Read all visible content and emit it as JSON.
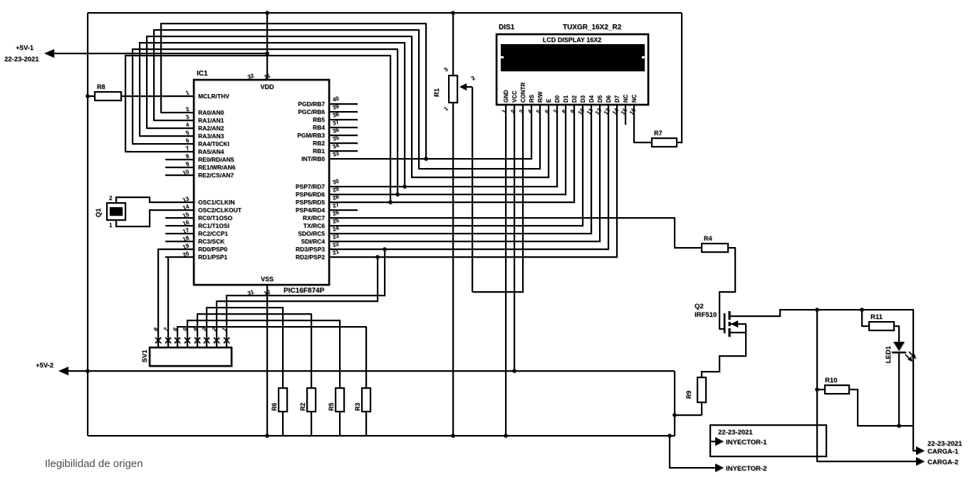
{
  "watermark": "Ilegibilidad de origen",
  "colors": {
    "wire": "#000000",
    "screen": "#000000",
    "bg": "#ffffff",
    "watermark": "#4a4a4a"
  },
  "power": {
    "v1": "+5V-1",
    "v1_date": "22-23-2021",
    "v2": "+5V-2"
  },
  "outputs": {
    "inyector_date": "22-23-2021",
    "inyector1": "INYECTOR-1",
    "inyector2": "INYECTOR-2",
    "carga_date": "22-23-2021",
    "carga1": "CARGA-1",
    "carga2": "CARGA-2"
  },
  "ic1": {
    "ref": "IC1",
    "part": "PIC16F874P",
    "vdd_label": "VDD",
    "vdd_pins": [
      "32",
      "11"
    ],
    "vss_label": "VSS",
    "vss_pins": [
      "31",
      "12"
    ],
    "left_pins": [
      {
        "num": "1",
        "label": "MCLR/THV"
      },
      {
        "num": "2",
        "label": "RA0/AN0"
      },
      {
        "num": "3",
        "label": "RA1/AN1"
      },
      {
        "num": "4",
        "label": "RA2/AN2"
      },
      {
        "num": "5",
        "label": "RA3/AN3"
      },
      {
        "num": "6",
        "label": "RA4/T0CKI"
      },
      {
        "num": "7",
        "label": "RA5/AN4"
      },
      {
        "num": "8",
        "label": "RE0/RD/AN5"
      },
      {
        "num": "9",
        "label": "RE1/WR/AN6"
      },
      {
        "num": "10",
        "label": "RE2/CS/AN7"
      },
      {
        "num": "13",
        "label": "OSC1/CLKIN"
      },
      {
        "num": "14",
        "label": "OSC2/CLKOUT"
      },
      {
        "num": "15",
        "label": "RC0/T1OSO"
      },
      {
        "num": "16",
        "label": "RC1/T1OSI"
      },
      {
        "num": "17",
        "label": "RC2/CCP1"
      },
      {
        "num": "18",
        "label": "RC3/SCK"
      },
      {
        "num": "19",
        "label": "RD0/PSP0"
      },
      {
        "num": "20",
        "label": "RD1/PSP1"
      }
    ],
    "right_pins": [
      {
        "num": "40",
        "label": "PGD/RB7"
      },
      {
        "num": "39",
        "label": "PGC/RB6"
      },
      {
        "num": "38",
        "label": "RB5"
      },
      {
        "num": "37",
        "label": "RB4"
      },
      {
        "num": "36",
        "label": "PGM/RB3"
      },
      {
        "num": "35",
        "label": "RB2"
      },
      {
        "num": "34",
        "label": "RB1"
      },
      {
        "num": "33",
        "label": "INT/RB0"
      },
      {
        "num": "30",
        "label": "PSP7/RD7"
      },
      {
        "num": "29",
        "label": "PSP6/RD6"
      },
      {
        "num": "28",
        "label": "PSP5/RD5"
      },
      {
        "num": "27",
        "label": "PSP4/RD4"
      },
      {
        "num": "26",
        "label": "RX/RC7"
      },
      {
        "num": "25",
        "label": "TX/RC6"
      },
      {
        "num": "24",
        "label": "SDO/RC5"
      },
      {
        "num": "23",
        "label": "SDI/RC4"
      },
      {
        "num": "22",
        "label": "RD3/PSP3"
      },
      {
        "num": "21",
        "label": "RD2/PSP2"
      }
    ]
  },
  "lcd": {
    "ref": "DIS1",
    "part": "TUXGR_16X2_R2",
    "title": "LCD DISPLAY 16X2",
    "pin_names": [
      "GND",
      "VCC",
      "CONTR",
      "RS",
      "R/W",
      "E",
      "D0",
      "D1",
      "D2",
      "D3",
      "D4",
      "D5",
      "D6",
      "D7",
      "NC",
      "NC"
    ],
    "pin_numbers": [
      "1",
      "2",
      "3",
      "4",
      "5",
      "6",
      "7",
      "8",
      "9",
      "10",
      "11",
      "12",
      "13",
      "14",
      "15",
      "16"
    ]
  },
  "pot": {
    "ref": "R1",
    "pin_top": "3",
    "pin_bottom": "1",
    "pin_wiper": "2"
  },
  "crystal": {
    "ref": "Q1",
    "pin_top": "2",
    "pin_bottom": "1"
  },
  "mosfet": {
    "ref": "Q2",
    "part": "IRF510"
  },
  "led": {
    "ref": "LED1"
  },
  "connector": {
    "ref": "SV1",
    "pin_numbers": [
      "8",
      "7",
      "6",
      "5",
      "4",
      "3",
      "2",
      "1"
    ]
  },
  "resistors": {
    "r8": "R8",
    "r7": "R7",
    "r4": "R4",
    "r9": "R9",
    "r10": "R10",
    "r11": "R11",
    "r6": "R6",
    "r2": "R2",
    "r5": "R5",
    "r3": "R3"
  }
}
